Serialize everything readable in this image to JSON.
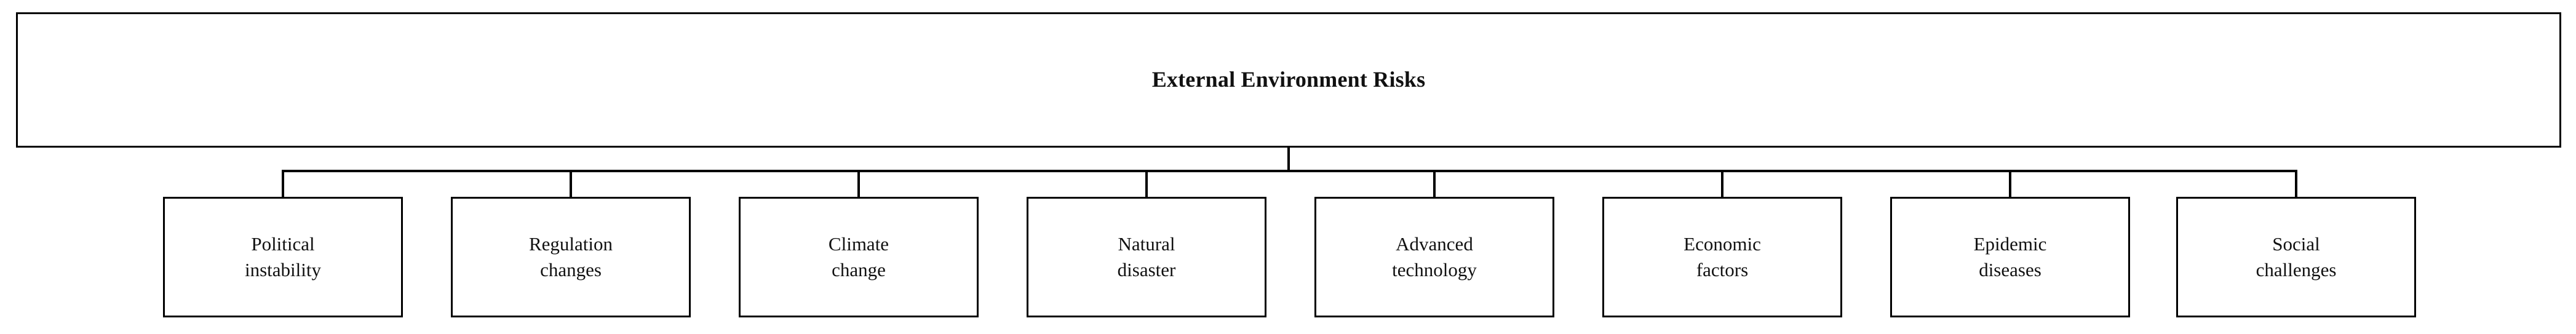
{
  "diagram": {
    "type": "hierarchy-tree",
    "title": "External Environment Risks",
    "background_color": "#ffffff",
    "line_color": "#000000",
    "text_color": "#111111",
    "root": {
      "label": "External Environment Risks"
    },
    "children": [
      {
        "label": "Political\ninstability",
        "line1": "Political",
        "line2": "instability"
      },
      {
        "label": "Regulation\nchanges",
        "line1": "Regulation",
        "line2": "changes"
      },
      {
        "label": "Climate\nchange",
        "line1": "Climate",
        "line2": "change"
      },
      {
        "label": "Natural\ndisaster",
        "line1": "Natural",
        "line2": "disaster"
      },
      {
        "label": "Advanced\ntechnology",
        "line1": "Advanced",
        "line2": "technology"
      },
      {
        "label": "Economic\nfactors",
        "line1": "Economic",
        "line2": "factors"
      },
      {
        "label": "Epidemic\ndiseases",
        "line1": "Epidemic",
        "line2": "diseases"
      },
      {
        "label": "Social\nchallenges",
        "line1": "Social",
        "line2": "challenges"
      }
    ]
  }
}
